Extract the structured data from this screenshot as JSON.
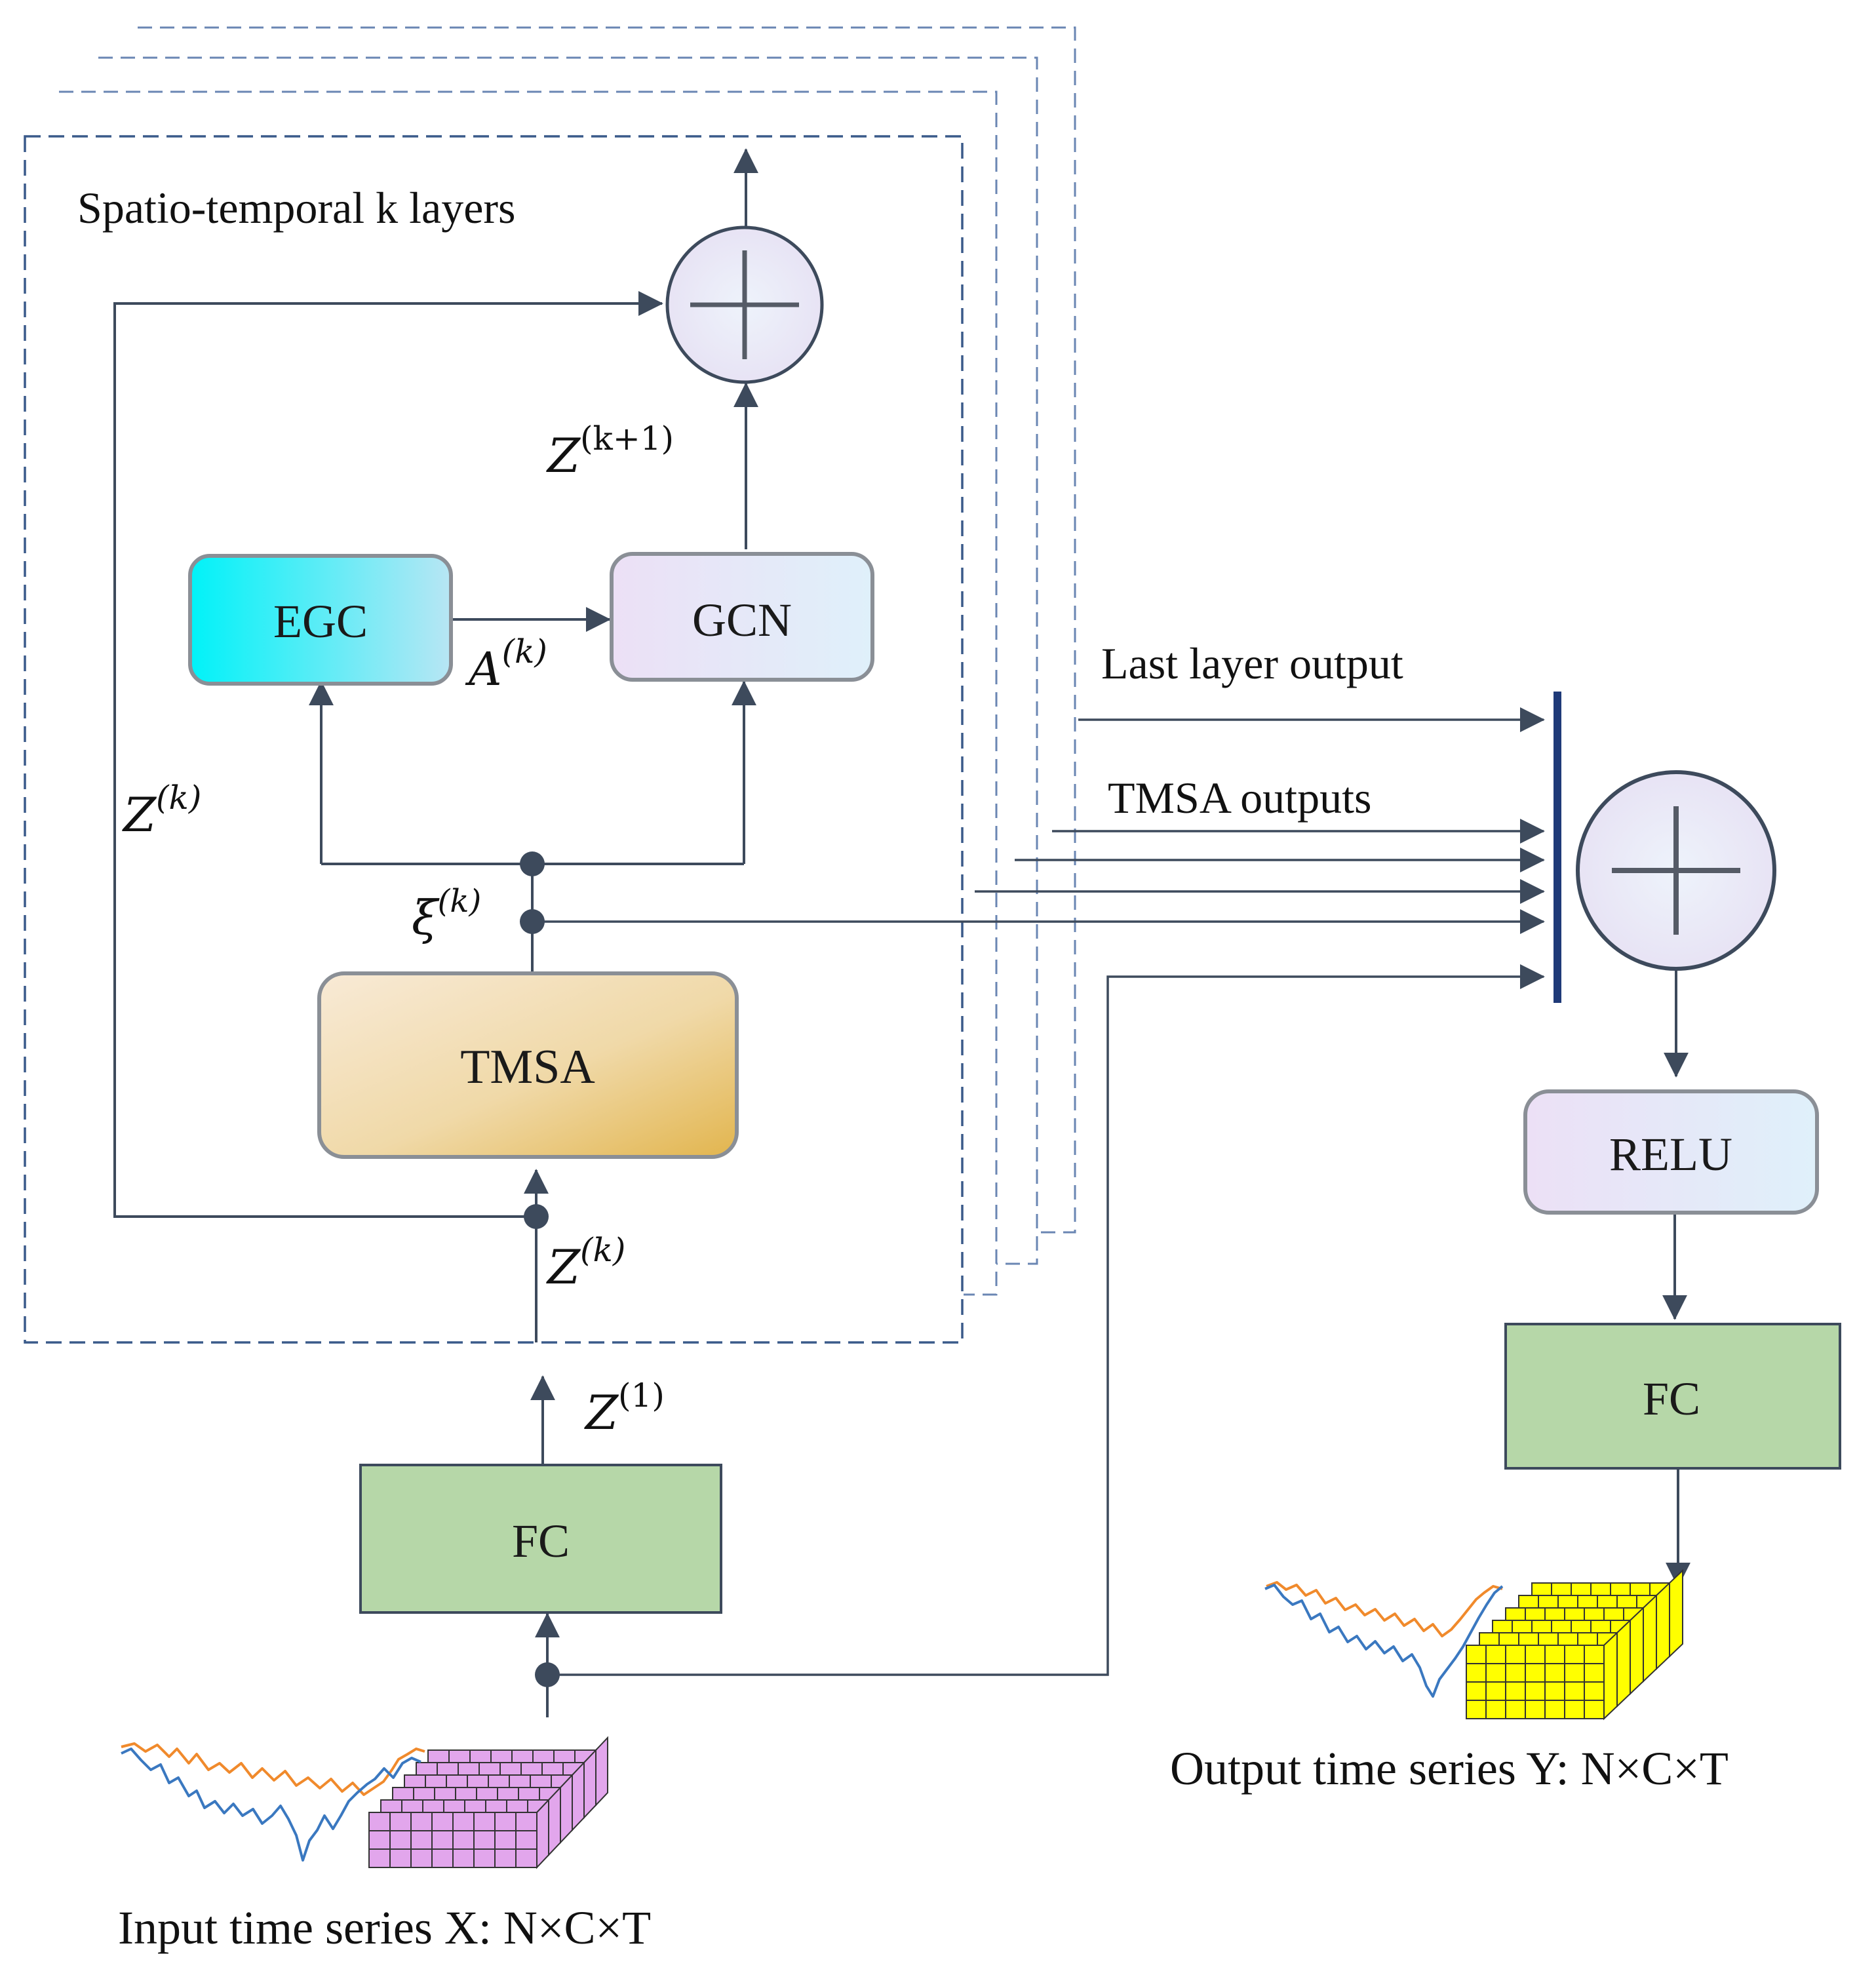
{
  "title": "Spatio-temporal k layers",
  "blocks": {
    "egc": "EGC",
    "gcn": "GCN",
    "tmsa": "TMSA",
    "relu": "RELU",
    "fc_input": "FC",
    "fc_output": "FC"
  },
  "symbols": {
    "adjacency": {
      "base": "A",
      "sup": "(k)"
    },
    "z_next": {
      "base": "Z",
      "sup": "(k+1)"
    },
    "z_skip": {
      "base": "Z",
      "sup": "(k)"
    },
    "z_in": {
      "base": "Z",
      "sup": "(k)"
    },
    "z_first": {
      "base": "Z",
      "sup": "(1)"
    },
    "xi": {
      "base": "ξ",
      "sup": "(k)"
    }
  },
  "operators": {
    "sum_symbol": "+"
  },
  "arrow_labels": {
    "last_layer_output": "Last layer output",
    "tmsa_outputs": "TMSA outputs"
  },
  "io": {
    "input": "Input time series X: N×C×T",
    "output": "Output time series Y: N×C×T"
  },
  "colors": {
    "line": "#3d4a5c",
    "dashed_frame": "#3a5a8a",
    "concat_bar": "#1f3a78",
    "egc_from": "#00f2f8",
    "egc_to": "#b8e6f4",
    "pastel_from": "#ece0f6",
    "pastel_to": "#dff0fa",
    "tmsa_from": "#f8ead6",
    "tmsa_to": "#e2b54e",
    "fc_fill": "#b6d7a8",
    "fc_border": "#3d4a5c",
    "input_tensor": "#e2a6ec",
    "output_tensor": "#ffff00",
    "series_blue": "#3a78c0",
    "series_orange": "#f08a2c"
  }
}
